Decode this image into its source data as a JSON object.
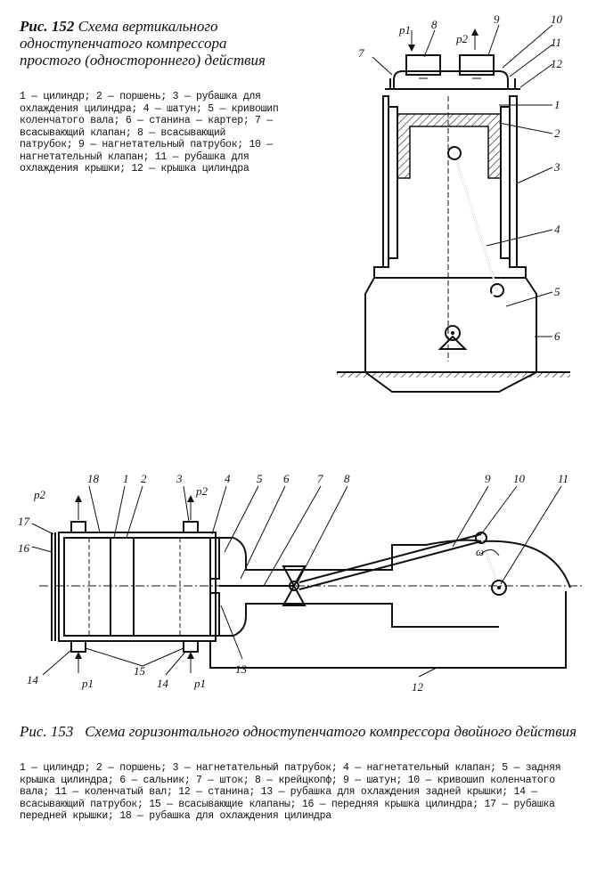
{
  "fig152": {
    "title_num": "Рис. 152",
    "title_text": "Схема вертикального одноступенчатого компрессора простого (одностороннего) действия",
    "legend": "1 — цилиндр; 2 — поршень; 3 — рубашка для охлаждения цилиндра; 4 — шатун; 5 — кривошип коленчатого вала; 6 — станина — картер; 7 — всасывающий клапан; 8 — всасывающий патрубок; 9 — нагнетательный патрубок; 10 — нагнетательный клапан; 11 — рубашка для охлаждения крышки; 12 — крышка цилиндра",
    "labels": {
      "n1": "1",
      "n2": "2",
      "n3": "3",
      "n4": "4",
      "n5": "5",
      "n6": "6",
      "n7": "7",
      "n8": "8",
      "n9": "9",
      "n10": "10",
      "n11": "11",
      "n12": "12",
      "p1": "p1",
      "p2": "p2"
    }
  },
  "fig153": {
    "title_num": "Рис. 153",
    "title_text": "Схема горизонтального одноступенчатого компрессора двойного действия",
    "legend": "1 — цилиндр; 2 — поршень; 3 — нагнетательный патрубок; 4 — нагнетательный клапан; 5 — задняя крышка цилиндра; 6 — сальник; 7 — шток; 8 — крейцкопф; 9 — шатун; 10 — кривошип коленчатого вала; 11 — коленчатый вал; 12 — станина; 13 — рубашка для охлаждения задней крышки; 14 — всасывающий патрубок; 15 — всасывающие клапаны; 16 — передняя крышка цилиндра; 17 — рубашка передней крышки; 18 — рубашка для охлаждения цилиндра",
    "labels": {
      "n1": "1",
      "n2": "2",
      "n3": "3",
      "n4": "4",
      "n5": "5",
      "n6": "6",
      "n7": "7",
      "n8": "8",
      "n9": "9",
      "n10": "10",
      "n11": "11",
      "n12": "12",
      "n13": "13",
      "n14a": "14",
      "n14b": "14",
      "n15": "15",
      "n16": "16",
      "n17": "17",
      "n18": "18",
      "p2a": "p2",
      "p2b": "p2",
      "p1a": "p1",
      "p1b": "p1",
      "omega": "ω"
    }
  }
}
